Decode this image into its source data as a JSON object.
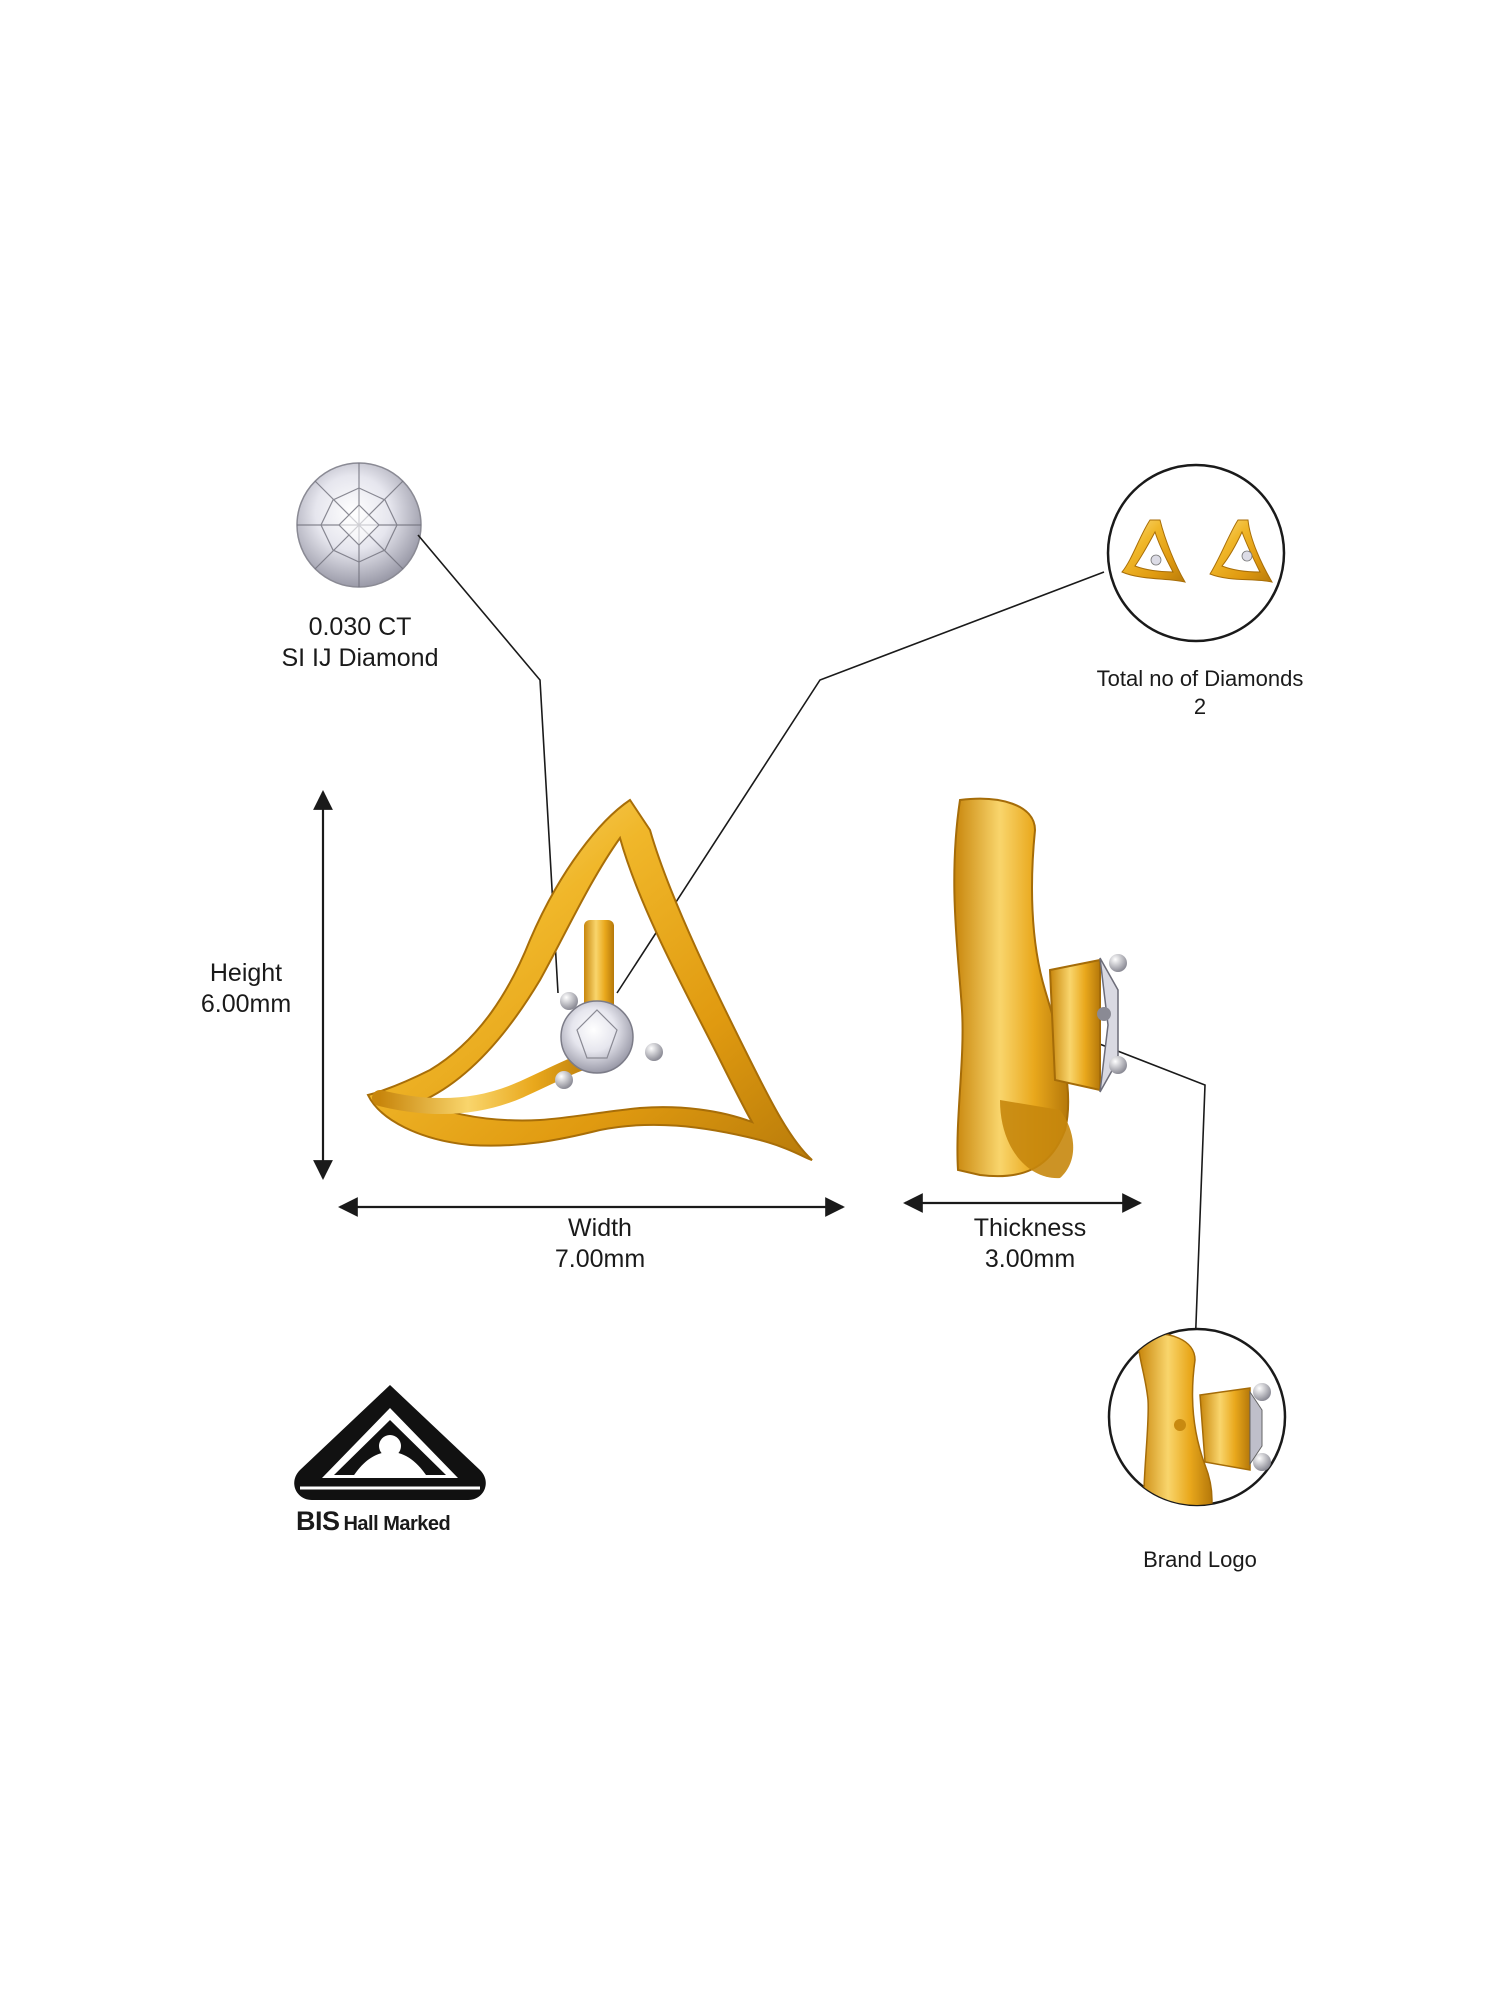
{
  "diamond_spec": {
    "carat": "0.030 CT",
    "quality": "SI IJ Diamond"
  },
  "total_diamonds": {
    "label": "Total no of Diamonds",
    "count": "2"
  },
  "dimensions": {
    "height": {
      "label": "Height",
      "value": "6.00mm"
    },
    "width": {
      "label": "Width",
      "value": "7.00mm"
    },
    "thickness": {
      "label": "Thickness",
      "value": "3.00mm"
    }
  },
  "brand_logo": {
    "label": "Brand Logo"
  },
  "bis_mark": {
    "bis": "BIS",
    "text": "Hall Marked"
  },
  "colors": {
    "gold": "#e8a619",
    "gold_light": "#f8d36a",
    "gold_dark": "#b87b0a",
    "line": "#1a1a1a"
  }
}
